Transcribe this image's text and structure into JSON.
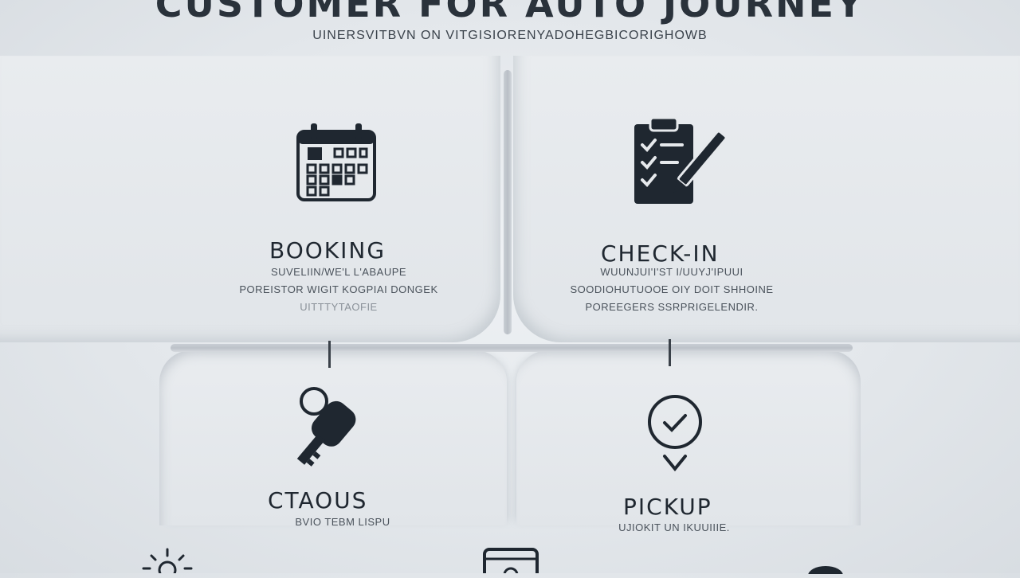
{
  "header": {
    "title": "CUSTOMER FOR AUTO JOURNEY",
    "subtitle": "UINERSVITBVN ON VITGISIORENYADOHEGBICORIGHOWB"
  },
  "stages": [
    {
      "label": "BOOKING",
      "icon": "calendar-icon",
      "lines": [
        "SUVELIIN/WE'L L'ABAUPE",
        "POREISTOR WIGIT KOGPIAI DONGEK",
        "UITTTYTAOFIE"
      ]
    },
    {
      "label": "CHECK-IN",
      "icon": "clipboard-checklist-icon",
      "lines": [
        "WUUNJUI'I'ST I/UUYJ'IPUUI",
        "SOODIOHUTUOOE OIY DOIT SHHOINE",
        "POREEGERS SSRPRIGELENDIR."
      ]
    },
    {
      "label": "CTAOUS",
      "icon": "car-key-icon",
      "lines": [
        "BVIO TEBM LISPU"
      ]
    },
    {
      "label": "PICKUP",
      "icon": "check-circle-icon",
      "lines": [
        "UJIOKIT UN IKUUIIIE."
      ]
    }
  ],
  "bottom_icons": [
    "sun-icon",
    "phone-icon",
    "dark-blob-icon"
  ],
  "colors": {
    "ink": "#1f2730",
    "background": "#e6e9ec",
    "groove": "#bcc2c9"
  }
}
